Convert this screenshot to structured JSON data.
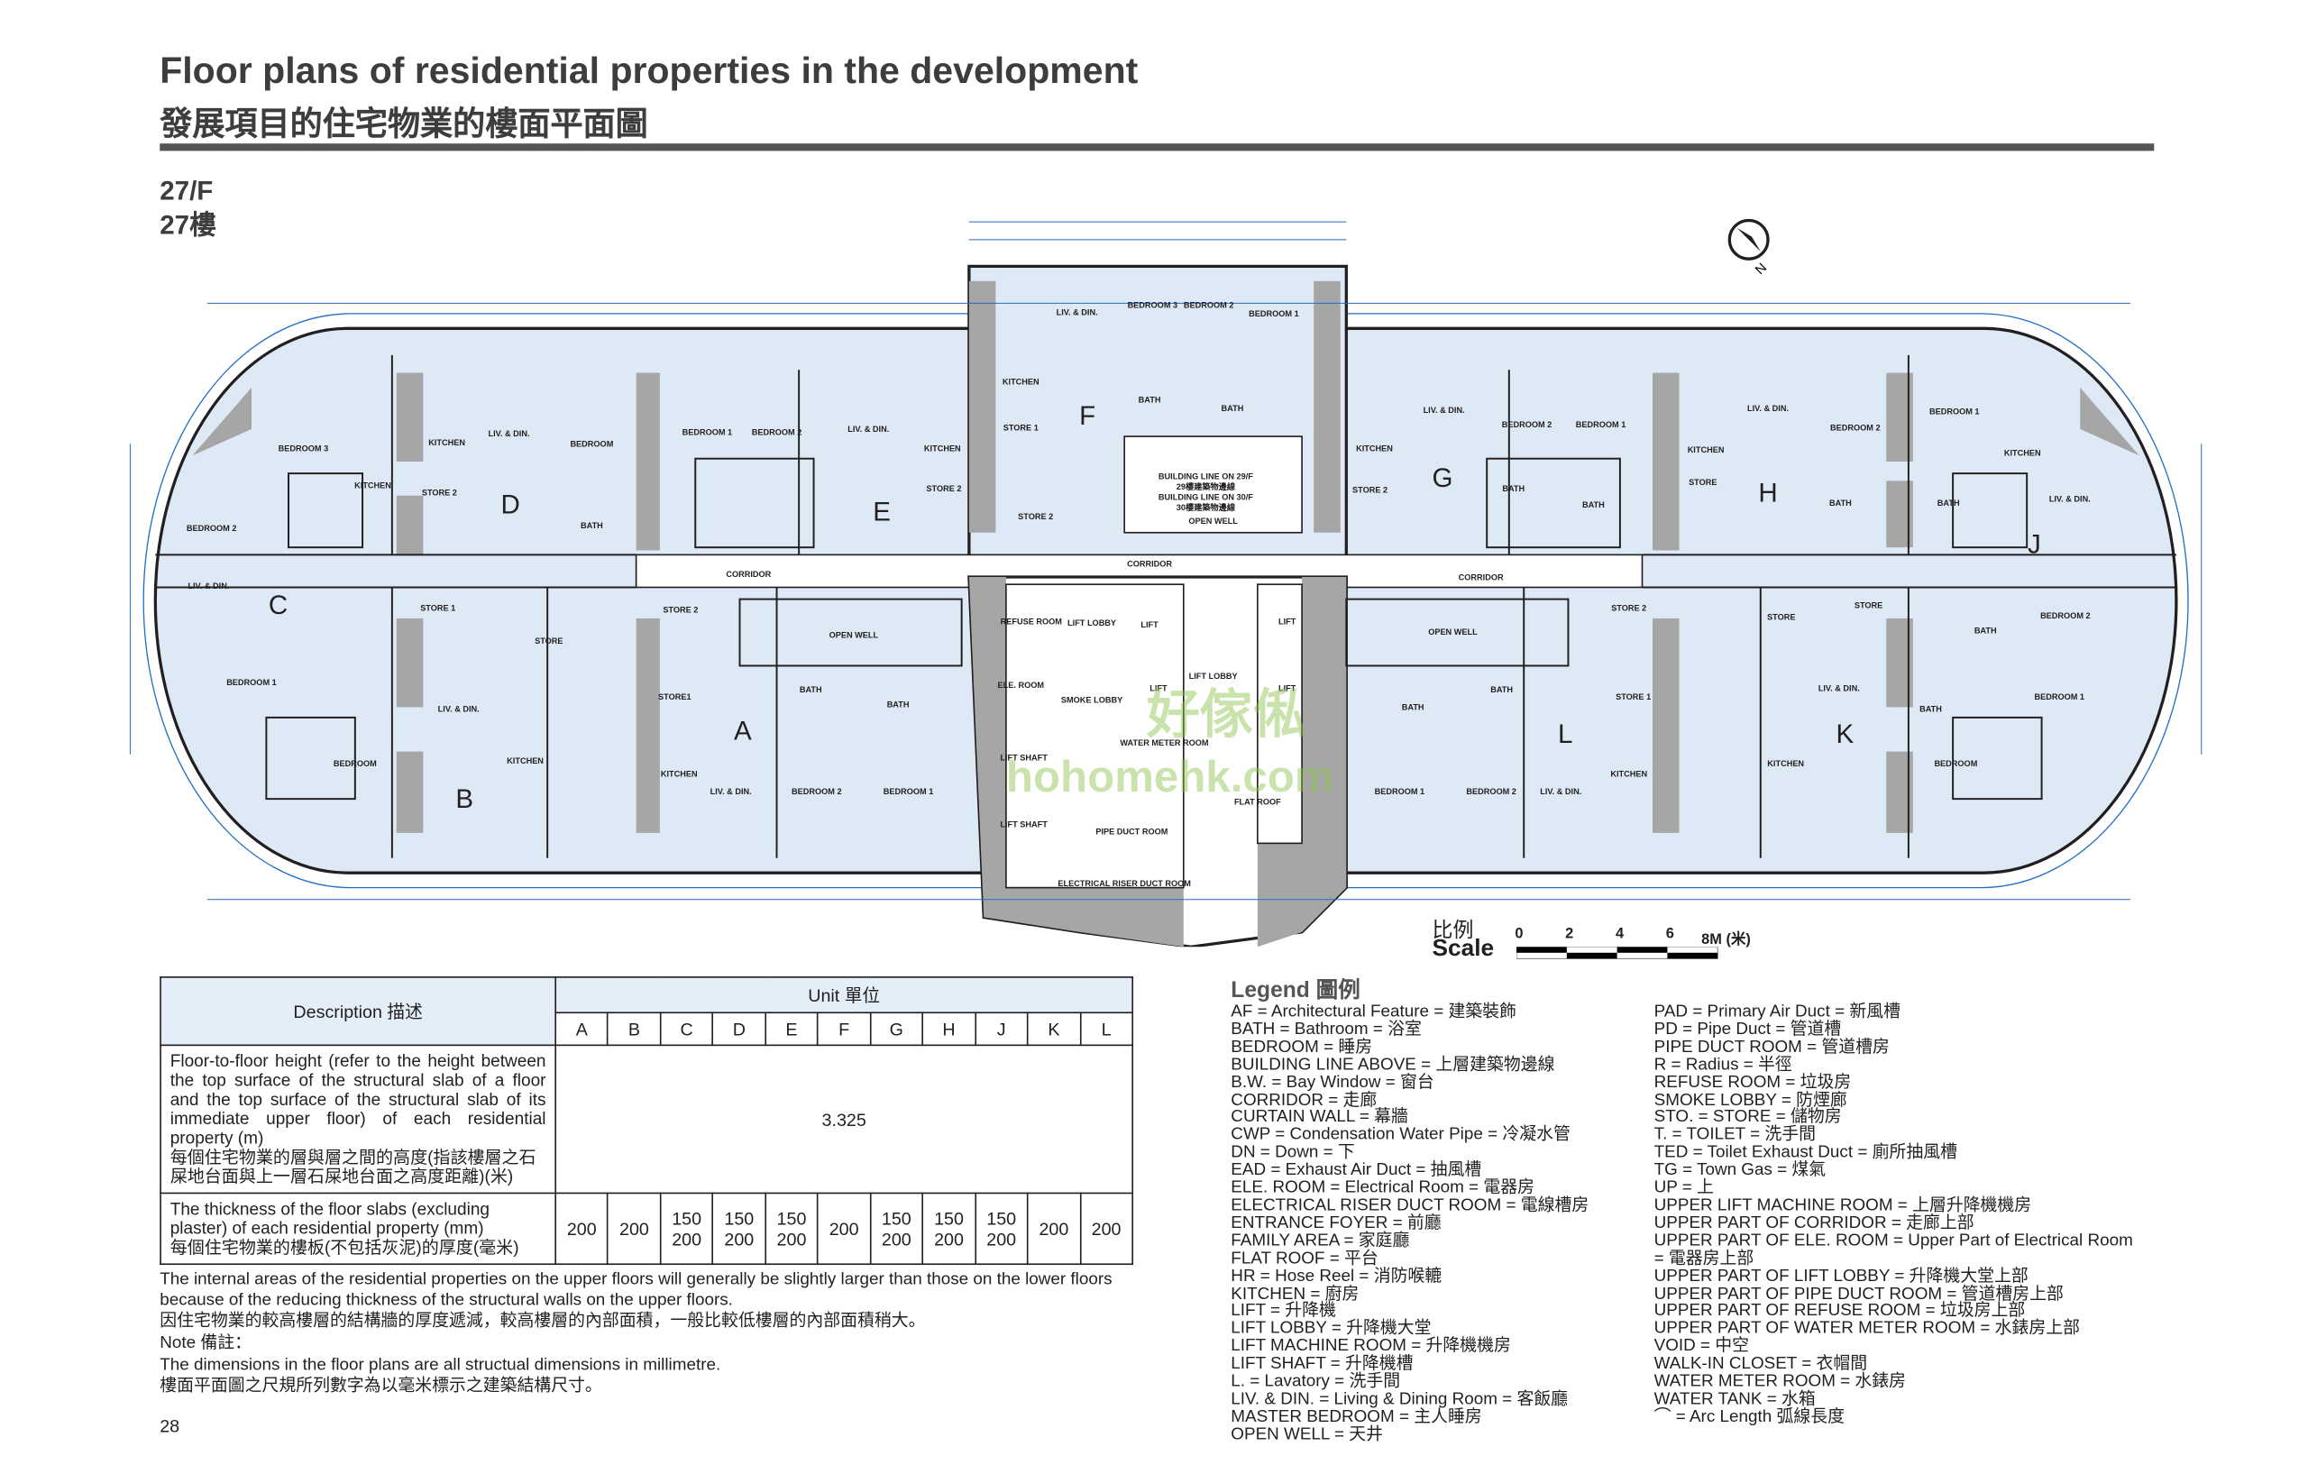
{
  "header": {
    "title_en": "Floor plans of residential properties in the development",
    "title_zh": "發展項目的住宅物業的樓面平面圖"
  },
  "floor": {
    "en": "27/F",
    "zh": "27樓"
  },
  "plan": {
    "units": [
      "D",
      "E",
      "F",
      "G",
      "H",
      "J",
      "C",
      "A",
      "B",
      "L",
      "K"
    ],
    "rooms": [
      "BEDROOM 3",
      "KITCHEN",
      "BEDROOM 2",
      "LIV. & DIN.",
      "STORE 1",
      "STORE",
      "BEDROOM 1",
      "BEDROOM",
      "LIV. & DIN.",
      "KITCHEN",
      "KITCHEN",
      "LIV. & DIN.",
      "BEDROOM",
      "STORE 2",
      "BATH",
      "CORRIDOR",
      "BEDROOM 1",
      "BEDROOM 2",
      "LIV. & DIN.",
      "KITCHEN",
      "STORE 2",
      "STORE 2",
      "OPEN WELL",
      "STORE1",
      "KITCHEN",
      "LIV. & DIN.",
      "BEDROOM 2",
      "BEDROOM 1",
      "BATH",
      "BATH",
      "KITCHEN",
      "STORE 1",
      "STORE 2",
      "LIV. & DIN.",
      "BEDROOM 3",
      "BEDROOM 2",
      "BEDROOM 1",
      "BATH",
      "BATH",
      "OPEN WELL",
      "CORRIDOR",
      "LIV. & DIN.",
      "KITCHEN",
      "STORE 2",
      "BEDROOM 2",
      "BEDROOM 1",
      "BATH",
      "BATH",
      "CORRIDOR",
      "OPEN WELL",
      "BATH",
      "BATH",
      "BEDROOM 1",
      "BEDROOM 2",
      "LIV. & DIN.",
      "KITCHEN",
      "STORE 2",
      "STORE 1",
      "STORE",
      "STORE",
      "LIV. & DIN.",
      "STORE",
      "KITCHEN",
      "BEDROOM 2",
      "BEDROOM 1",
      "KITCHEN",
      "LIV. & DIN.",
      "BATH",
      "BATH",
      "BEDROOM 2",
      "BATH",
      "LIV. & DIN.",
      "BEDROOM 1",
      "BATH",
      "KITCHEN",
      "BEDROOM",
      "REFUSE ROOM",
      "LIFT LOBBY",
      "LIFT",
      "ELE. ROOM",
      "SMOKE LOBBY",
      "LIFT",
      "LIFT LOBBY",
      "WATER METER ROOM",
      "LIFT SHAFT",
      "LIFT SHAFT",
      "PIPE DUCT ROOM",
      "ELECTRICAL RISER DUCT ROOM",
      "LIFT",
      "LIFT",
      "FLAT ROOF",
      "BUILDING LINE ON 29/F",
      "29樓建築物邊線",
      "BUILDING LINE ON 30/F",
      "30樓建築物邊線"
    ],
    "north_label": "N",
    "watermark": {
      "zh": "好傢俬",
      "en": "hohomehk.com"
    }
  },
  "scale": {
    "zh": "比例",
    "en": "Scale",
    "ticks": [
      "0",
      "2",
      "4",
      "6",
      "8M (米)"
    ]
  },
  "table": {
    "desc_header": "Description 描述",
    "unit_header": "Unit 單位",
    "units": [
      "A",
      "B",
      "C",
      "D",
      "E",
      "F",
      "G",
      "H",
      "J",
      "K",
      "L"
    ],
    "row1_desc_en": "Floor-to-floor height (refer to the height between the top surface of the structural slab of a floor and the top surface of the structural slab of its immediate upper floor) of each residential property (m)",
    "row1_desc_zh": "每個住宅物業的層與層之間的高度(指該樓層之石屎地台面與上一層石屎地台面之高度距離)(米)",
    "row1_value": "3.325",
    "row2_desc_en": "The thickness of the floor slabs (excluding plaster) of each residential property (mm)",
    "row2_desc_zh": "每個住宅物業的樓板(不包括灰泥)的厚度(毫米)",
    "row2_values": [
      "200",
      "200",
      "150\n200",
      "150\n200",
      "150\n200",
      "200",
      "150\n200",
      "150\n200",
      "150\n200",
      "200",
      "200"
    ]
  },
  "notes": {
    "p1_en": "The internal areas of the residential properties on the upper floors will generally be slightly larger than those on the lower floors because of the reducing thickness of the structural walls on the upper floors.",
    "p1_zh": "因住宅物業的較高樓層的結構牆的厚度遞減，較高樓層的內部面積，一般比較低樓層的內部面積稍大。",
    "note_label": "Note 備註：",
    "p2_en": "The dimensions in the floor plans are all structual dimensions in millimetre.",
    "p2_zh": "樓面平面圖之尺規所列數字為以毫米標示之建築結構尺寸。"
  },
  "legend": {
    "title": "Legend 圖例",
    "col1": [
      "AF = Architectural Feature = 建築裝飾",
      "BATH = Bathroom = 浴室",
      "BEDROOM = 睡房",
      "BUILDING LINE ABOVE = 上層建築物邊線",
      "B.W. = Bay Window = 窗台",
      "CORRIDOR = 走廊",
      "CURTAIN WALL = 幕牆",
      "CWP = Condensation Water Pipe = 冷凝水管",
      "DN = Down = 下",
      "EAD = Exhaust Air Duct = 抽風槽",
      "ELE. ROOM = Electrical Room = 電器房",
      "ELECTRICAL RISER DUCT ROOM = 電線槽房",
      "ENTRANCE FOYER = 前廳",
      "FAMILY AREA = 家庭廳",
      "FLAT ROOF = 平台",
      "HR = Hose Reel = 消防喉轆",
      "KITCHEN = 廚房",
      "LIFT = 升降機",
      "LIFT LOBBY = 升降機大堂",
      "LIFT MACHINE ROOM = 升降機機房",
      "LIFT SHAFT = 升降機槽",
      "L. = Lavatory = 洗手間",
      "LIV. & DIN. = Living & Dining Room = 客飯廳",
      "MASTER BEDROOM = 主人睡房",
      "OPEN WELL = 天井"
    ],
    "col2": [
      "PAD = Primary Air Duct = 新風槽",
      "PD = Pipe Duct = 管道槽",
      "PIPE DUCT ROOM = 管道槽房",
      "R = Radius = 半徑",
      "REFUSE ROOM = 垃圾房",
      "SMOKE LOBBY = 防煙廊",
      "STO. = STORE = 儲物房",
      "T. = TOILET = 洗手間",
      "TED = Toilet Exhaust Duct = 廁所抽風槽",
      "TG = Town Gas = 煤氣",
      "UP = 上",
      "UPPER LIFT MACHINE ROOM = 上層升降機機房",
      "UPPER PART OF CORRIDOR = 走廊上部",
      "UPPER PART OF ELE. ROOM = Upper Part of Electrical Room",
      "= 電器房上部",
      "UPPER PART OF LIFT LOBBY = 升降機大堂上部",
      "UPPER PART OF PIPE DUCT ROOM = 管道槽房上部",
      "UPPER PART OF REFUSE ROOM = 垃圾房上部",
      "UPPER PART OF WATER METER ROOM = 水錶房上部",
      "VOID = 中空",
      "WALK-IN CLOSET = 衣帽間",
      "WATER METER ROOM = 水錶房",
      "WATER TANK = 水箱",
      "⌒ = Arc Length 弧線長度"
    ]
  },
  "page_number": "28",
  "colors": {
    "unit_fill": "#dde9f5",
    "wall": "#a6a6a6",
    "dimension": "#1f6fc6",
    "header_bg": "#e3eef8"
  }
}
